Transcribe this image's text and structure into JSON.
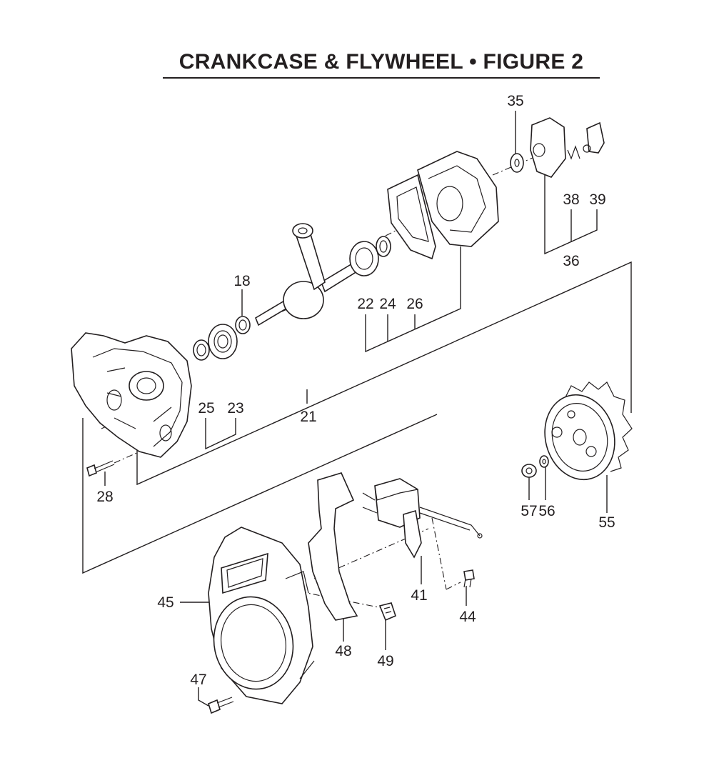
{
  "title": "CRANKCASE & FLYWHEEL  •  FIGURE 2",
  "callouts": {
    "n18": "18",
    "n21": "21",
    "n22": "22",
    "n23": "23",
    "n24": "24",
    "n25": "25",
    "n26": "26",
    "n28": "28",
    "n35": "35",
    "n36": "36",
    "n38": "38",
    "n39": "39",
    "n41": "41",
    "n44": "44",
    "n45": "45",
    "n47": "47",
    "n48": "48",
    "n49": "49",
    "n55": "55",
    "n56": "56",
    "n57": "57"
  }
}
